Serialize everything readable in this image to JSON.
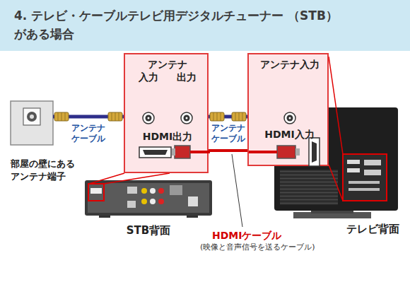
{
  "diagram": {
    "title": "4. テレビ・ケーブルテレビ用デジタルチューナー （STB）がある場合",
    "nodes": [
      {
        "text": [
          "部屋の壁にある アンテナ端子"
        ]
      },
      {
        "text": [
          "アンテナ",
          "入力",
          "出力",
          "HDMI出力"
        ]
      },
      {
        "text": [
          "アンテナ入力",
          "HDMI入力"
        ]
      },
      {
        "text": [
          "STB背面"
        ]
      },
      {
        "text": [
          "テレビ背面"
        ]
      }
    ],
    "edges": [
      {
        "from": 0,
        "to": 1,
        "arrow": "none",
        "label": "アンテナ ケーブル"
      },
      {
        "from": 1,
        "to": 2,
        "arrow": "none",
        "label": "アンテナ ケーブル"
      },
      {
        "from": 1,
        "to": 2,
        "arrow": "none"
      }
    ],
    "labels": [
      "HDMIケーブル",
      "(映像と音声信号を送るケーブル)"
    ]
  }
}
